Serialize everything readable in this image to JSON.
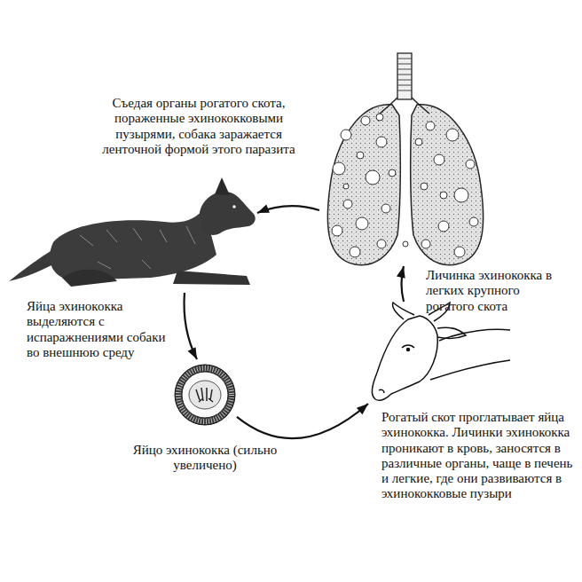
{
  "diagram": {
    "nodes": [
      {
        "text": [
          "Личинка эхинококка в легких крупного рогатого скота"
        ]
      },
      {
        "text": [
          "Яйца эхинококка выделяются с испаражнениями собаки во внешнюю среду"
        ]
      },
      {
        "text": [
          "Яйцо эхинококка (сильно увеличено)"
        ]
      },
      {
        "text": [
          "Рогатый скот проглатывает яйца эхинококка. Личинки эхинококка проникают в кровь, заносятся в различные органы, чаще в печень и легкие, где они развиваются в эхинококковые пузыри"
        ]
      }
    ],
    "edges": [
      {
        "from": 0,
        "to": 1,
        "arrow": "to"
      },
      {
        "from": 1,
        "to": 2,
        "arrow": "to"
      },
      {
        "from": 2,
        "to": 3,
        "arrow": "to"
      },
      {
        "from": 3,
        "to": 0,
        "arrow": "to"
      }
    ],
    "labels": [
      "Съедая органы рогатого скота, пораженные эхинококковыми пузырями, собака заражается ленточной формой этого паразита"
    ]
  }
}
